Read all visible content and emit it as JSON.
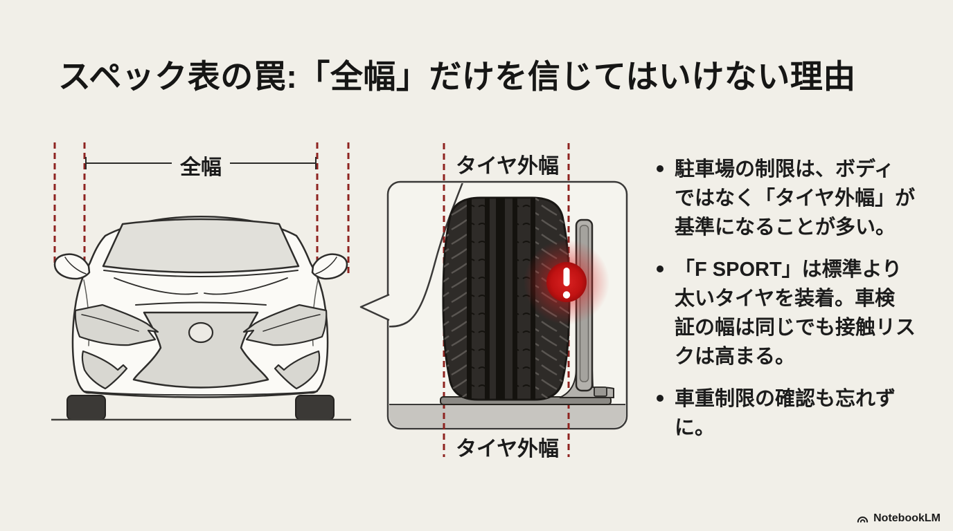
{
  "title": "スペック表の罠:「全幅」だけを信じてはいけない理由",
  "car_diagram": {
    "measure_label": "全幅",
    "illustration": "sedan-front-view-line-art"
  },
  "tire_diagram": {
    "top_label": "タイヤ外幅",
    "bottom_label": "タイヤ外幅",
    "warning_icon": "exclamation-circle",
    "illustration": "tire-vs-pillar-closeup"
  },
  "notes": {
    "items": [
      {
        "text": "駐車場の制限は、ボディではなく「タイヤ外幅」が基準になることが多い。",
        "lines": [
          "駐車場の制限は、ボディ",
          "ではなく「タイヤ外幅」が",
          "基準になることが多い。"
        ]
      },
      {
        "text": "「F SPORT」は標準より太いタイヤを装着。車検証の幅は同じでも接触リスクは高まる。",
        "lines": [
          "「F SPORT」は標準より",
          "太いタイヤを装着。車検",
          "証の幅は同じでも接触リス",
          "クは高まる。"
        ]
      },
      {
        "text": "車重制限の確認も忘れずに。",
        "lines": [
          "車重制限の確認も忘れず",
          "に。"
        ]
      }
    ]
  },
  "footer": {
    "brand": "NotebookLM",
    "brand_icon": "notebooklm-swirl"
  },
  "colors": {
    "background": "#f1efe8",
    "text": "#1b1b1b",
    "dashed_red": "#8e2320",
    "warning_red": "#c41414",
    "outline_dark": "#2e2d2b",
    "glass_gray": "#e1e0da",
    "box_fill": "#f5f4ee"
  }
}
